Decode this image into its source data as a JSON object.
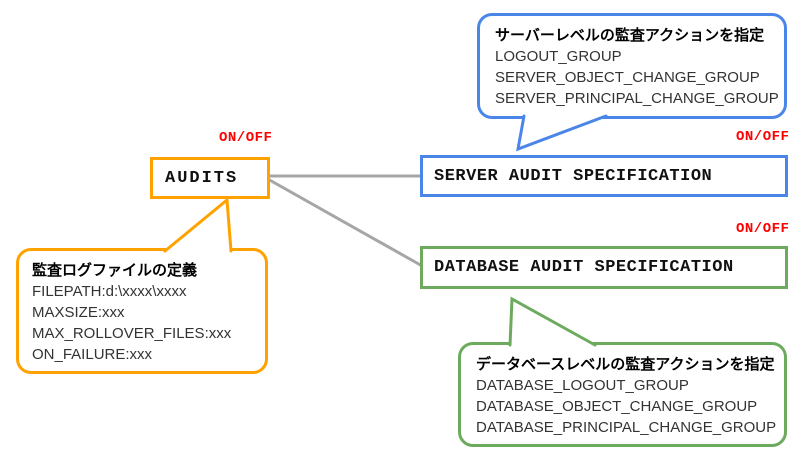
{
  "audits": {
    "label": "AUDITS",
    "toggle": "ON/OFF"
  },
  "server_spec": {
    "label": "SERVER AUDIT SPECIFICATION",
    "toggle": "ON/OFF"
  },
  "database_spec": {
    "label": "DATABASE AUDIT SPECIFICATION",
    "toggle": "ON/OFF"
  },
  "server_callout": {
    "title": "サーバーレベルの監査アクションを指定",
    "items": [
      "LOGOUT_GROUP",
      "SERVER_OBJECT_CHANGE_GROUP",
      "SERVER_PRINCIPAL_CHANGE_GROUP"
    ]
  },
  "file_callout": {
    "title": "監査ログファイルの定義",
    "items": [
      "FILEPATH:d:\\xxxx\\xxxx",
      "MAXSIZE:xxx",
      "MAX_ROLLOVER_FILES:xxx",
      "ON_FAILURE:xxx"
    ]
  },
  "database_callout": {
    "title": "データベースレベルの監査アクションを指定",
    "items": [
      "DATABASE_LOGOUT_GROUP",
      "DATABASE_OBJECT_CHANGE_GROUP",
      "DATABASE_PRINCIPAL_CHANGE_GROUP"
    ]
  },
  "colors": {
    "orange": "#FFA200",
    "blue": "#4A86E8",
    "green": "#6CAB5D",
    "gray": "#A6A6A6",
    "red": "#FF0000"
  }
}
